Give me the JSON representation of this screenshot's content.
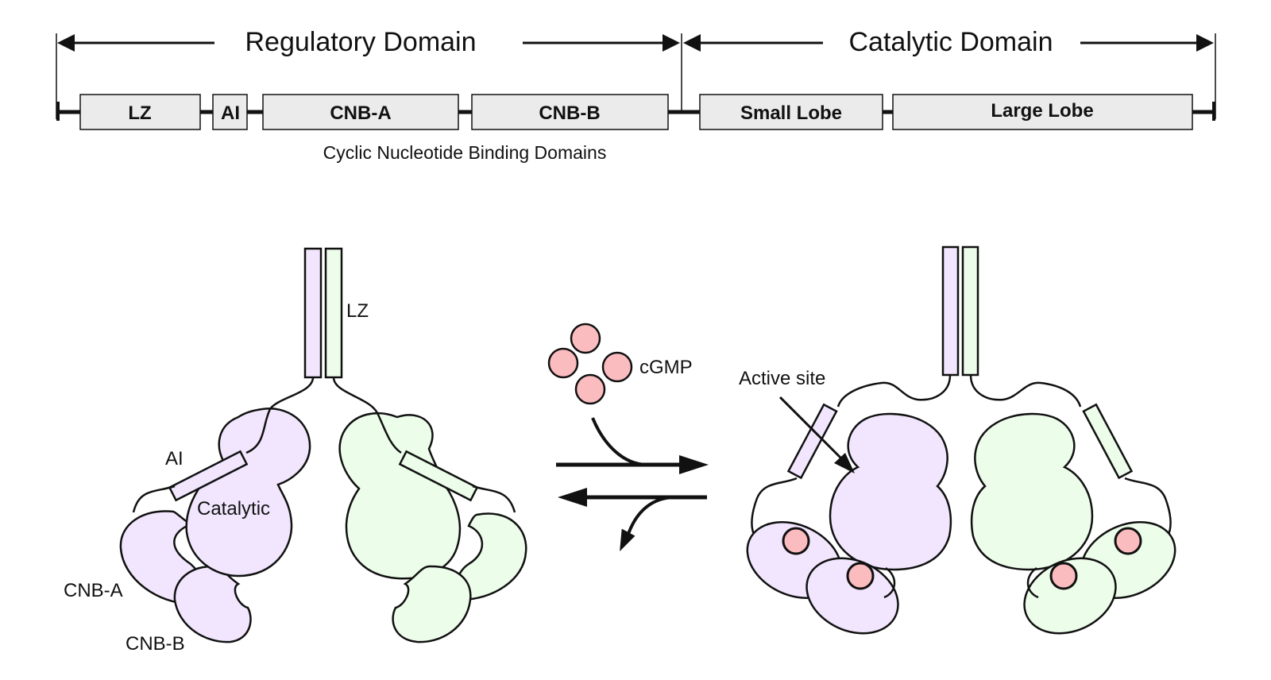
{
  "colors": {
    "purple_fill": "#f1e6fd",
    "green_fill": "#ecfdea",
    "cgmp_fill": "#fbbcbf",
    "box_fill": "#ebebeb",
    "stroke": "#111111"
  },
  "top_bar": {
    "regulatory_label": "Regulatory Domain",
    "catalytic_label": "Catalytic Domain",
    "segments": [
      {
        "id": "lz",
        "label": "LZ"
      },
      {
        "id": "ai",
        "label": "AI"
      },
      {
        "id": "cnb-a",
        "label": "CNB-A"
      },
      {
        "id": "cnb-b",
        "label": "CNB-B"
      },
      {
        "id": "small-lobe",
        "label": "Small Lobe"
      },
      {
        "id": "large-lobe",
        "label": "Large Lobe"
      }
    ],
    "cnb_caption": "Cyclic Nucleotide Binding Domains"
  },
  "inactive": {
    "lz_label": "LZ",
    "ai_label": "AI",
    "catalytic_label": "Catalytic",
    "cnb_a_label": "CNB-A",
    "cnb_b_label": "CNB-B"
  },
  "reaction": {
    "ligand_label": "cGMP",
    "ligand_count": 4
  },
  "active": {
    "active_site_label": "Active site",
    "bound_cgmp_count": 4
  }
}
